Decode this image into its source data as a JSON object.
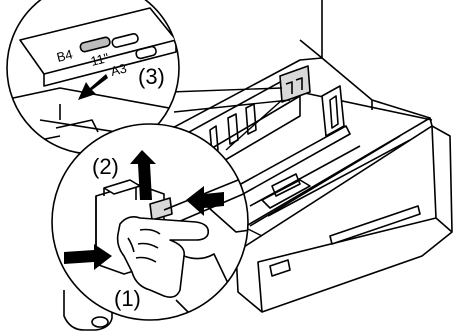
{
  "steps": {
    "step1": "(1)",
    "step2": "(2)",
    "step3": "(3)"
  },
  "paper_size_marks": {
    "b4": "B4",
    "inch11": "11\"",
    "a3": "A3"
  },
  "colors": {
    "line": "#000000",
    "background": "#ffffff",
    "arrow": "#000000",
    "shade": "#d9d9d9"
  }
}
